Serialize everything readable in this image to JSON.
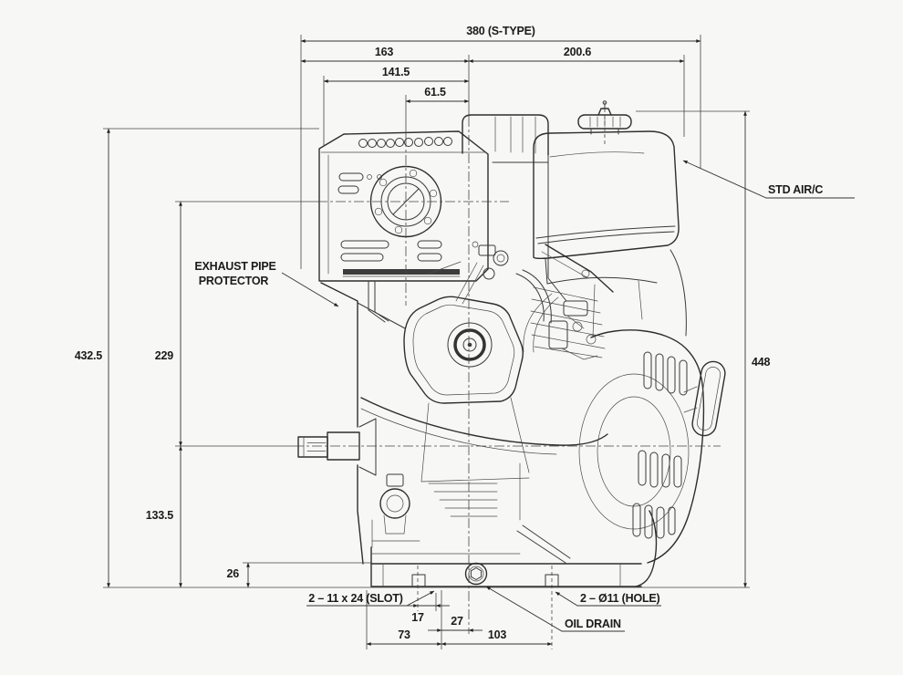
{
  "drawing": {
    "type": "engine-dimensional-drawing",
    "line_color": "#2e2e2e",
    "background": "#f7f7f5",
    "dims": {
      "overall_width": "380 (S-TYPE)",
      "width_left_of_center": "163",
      "width_right_of_center": "200.6",
      "muffler_width": "141.5",
      "muffler_center_offset": "61.5",
      "overall_height_left": "432.5",
      "muffler_center_to_crank": "229",
      "crank_to_base": "133.5",
      "base_flange_height": "26",
      "overall_height_right": "448",
      "slot_to_face": "17",
      "face_to_center": "27",
      "base_span_left": "73",
      "base_span_right": "103"
    },
    "callouts": {
      "exhaust_protector_line1": "EXHAUST PIPE",
      "exhaust_protector_line2": "PROTECTOR",
      "std_air_cleaner": "STD AIR/C",
      "slot_note": "2 – 11 x 24 (SLOT)",
      "hole_note": "2 – Ø11 (HOLE)",
      "oil_drain": "OIL DRAIN"
    }
  }
}
